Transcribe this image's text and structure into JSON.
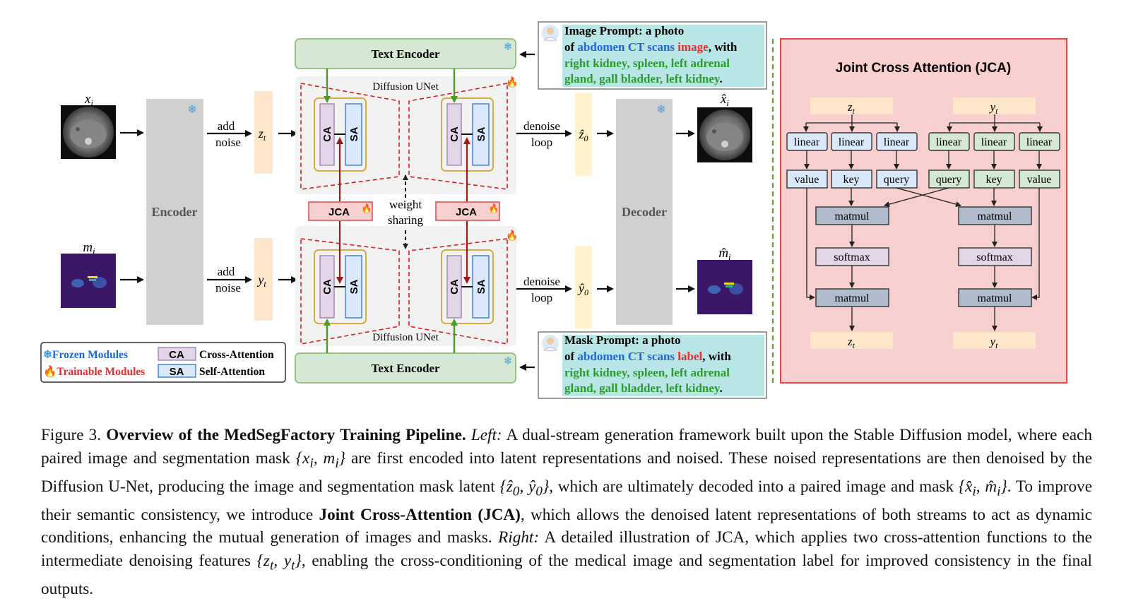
{
  "figure": {
    "left": {
      "x_i": "x",
      "x_i_sub": "i",
      "m_i": "m",
      "m_i_sub": "i",
      "xhat_i": "x̂",
      "xhat_i_sub": "i",
      "mhat_i": "m̂",
      "mhat_i_sub": "i",
      "encoder": "Encoder",
      "decoder": "Decoder",
      "add": "add",
      "noise": "noise",
      "z_t": "z",
      "z_t_sub": "t",
      "y_t": "y",
      "y_t_sub": "t",
      "z0": "ẑ",
      "z0_sub": "0",
      "y0": "ŷ",
      "y0_sub": "0",
      "denoise": "denoise",
      "loop": "loop",
      "text_encoder": "Text Encoder",
      "unet_label": "Diffusion UNet",
      "ca": "CA",
      "sa": "SA",
      "jca": "JCA",
      "weight": "weight",
      "sharing": "sharing",
      "image_prompt": {
        "line1": "Image Prompt: a photo",
        "line2_pre": "of ",
        "line2_blue": "abdomen CT scans",
        "line2_red": "image",
        "line2_post": ", with",
        "line3": "right kidney, spleen, left adrenal",
        "line4_green": "gland, gall bladder, left kidney",
        "line4_end": "."
      },
      "mask_prompt": {
        "line1": "Mask Prompt: a photo",
        "line2_pre": "of ",
        "line2_blue": "abdomen CT scans",
        "line2_red": "label",
        "line2_post": ", with",
        "line3": "right kidney, spleen, left adrenal",
        "line4_green": "gland, gall bladder, left kidney",
        "line4_end": "."
      },
      "legend": {
        "frozen": "Frozen Modules",
        "trainable": "Trainable Modules",
        "ca": "CA",
        "ca_desc": "Cross-Attention",
        "sa": "SA",
        "sa_desc": "Self-Attention"
      }
    },
    "right": {
      "title": "Joint Cross Attention (JCA)",
      "z_t": "z",
      "z_t_sub": "t",
      "y_t": "y",
      "y_t_sub": "t",
      "linear": "linear",
      "value": "value",
      "key": "key",
      "query": "query",
      "matmul": "matmul",
      "softmax": "softmax"
    },
    "colors": {
      "green_box": "#d5e8d4",
      "green_stroke": "#82b366",
      "red_panel": "#f6cfce",
      "red_stroke": "#e04848",
      "peach": "#fde6c9",
      "yellow": "#fff2cc",
      "ca_purple": "#e1d5e7",
      "sa_blue": "#dae8fc",
      "prompt_bg": "#b8e5e5",
      "dark_blue": "#1f66d6",
      "red_text": "#e03030",
      "green_text": "#2a9d2a",
      "frozen_blue": "#4aa0d8"
    }
  },
  "caption": {
    "fig_no": "Figure 3.",
    "bold_title": "Overview of the MedSegFactory Training Pipeline.",
    "left_label": "Left:",
    "t1": "A dual-stream generation framework built upon the Stable Diffusion model, where each paired image and segmentation mask",
    "m1": "{x",
    "m1_sub_a": "i",
    "m1_mid": ", m",
    "m1_sub_b": "i",
    "m1_end": "}",
    "t2": "are first encoded into latent representations and noised. These noised representations are then denoised by the Diffusion U-Net, producing the image and segmentation mask latent",
    "m2": "{ẑ",
    "m2_sub_a": "0",
    "m2_mid": ", ŷ",
    "m2_sub_b": "0",
    "m2_end": "}",
    "t3": ", which are ultimately decoded into a paired image and mask",
    "m3": "{x̂",
    "m3_sub_a": "i",
    "m3_mid": ", m̂",
    "m3_sub_b": "i",
    "m3_end": "}",
    "t4": ". To improve their semantic consistency, we introduce",
    "bold_jca": "Joint Cross-Attention (JCA)",
    "t5": ", which allows the denoised latent representations of both streams to act as dynamic conditions, enhancing the mutual generation of images and masks.",
    "right_label": "Right:",
    "t6": "A detailed illustration of JCA, which applies two cross-attention functions to the intermediate denoising features",
    "m4": "{z",
    "m4_sub_a": "t",
    "m4_mid": ", y",
    "m4_sub_b": "t",
    "m4_end": "}",
    "t7": ", enabling the cross-conditioning of the medical image and segmentation label for improved consistency in the final outputs."
  }
}
